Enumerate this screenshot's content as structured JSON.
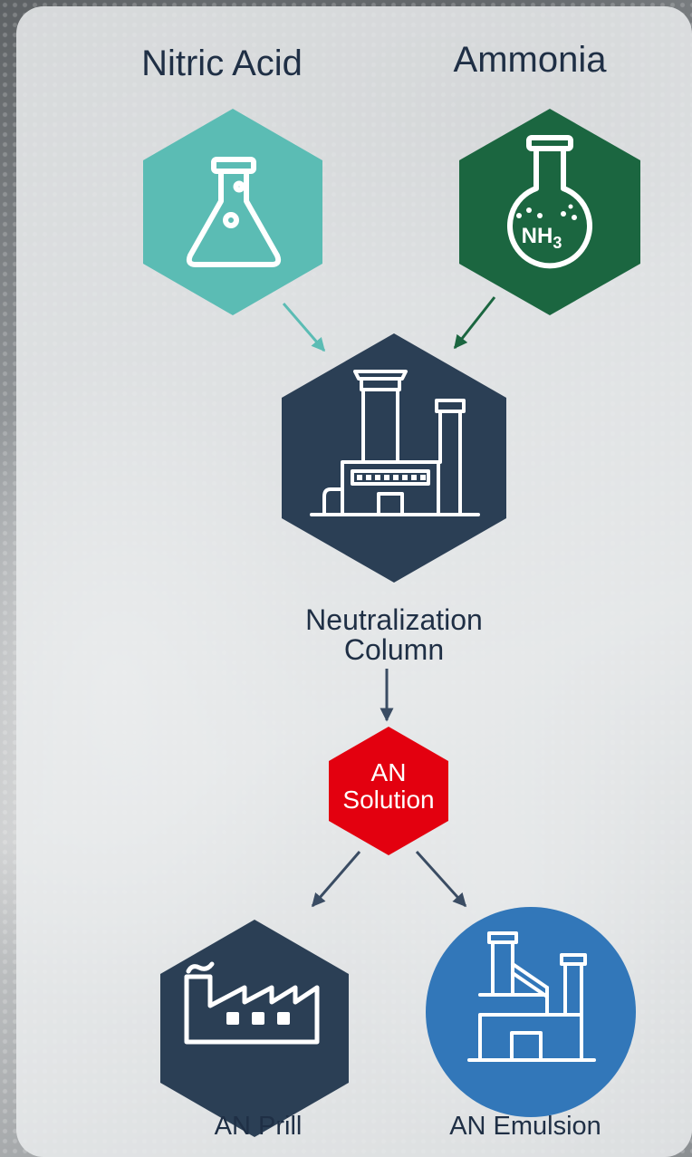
{
  "diagram": {
    "inputs": {
      "nitric_acid": "Nitric Acid",
      "ammonia": "Ammonia"
    },
    "ammonia_formula": "NH",
    "ammonia_formula_sub": "3",
    "neutralization": {
      "line1": "Neutralization",
      "line2": "Column"
    },
    "an_solution": {
      "line1": "AN",
      "line2": "Solution"
    },
    "outputs": {
      "prill": "AN Prill",
      "emulsion": "AN Emulsion"
    },
    "colors": {
      "nitric_acid": "#5bbcb4",
      "ammonia": "#1b6640",
      "neutralization": "#2b3f55",
      "an_solution": "#e3000f",
      "prill": "#2b3f55",
      "emulsion": "#3277b9",
      "arrow_default": "#3a4c63"
    }
  }
}
